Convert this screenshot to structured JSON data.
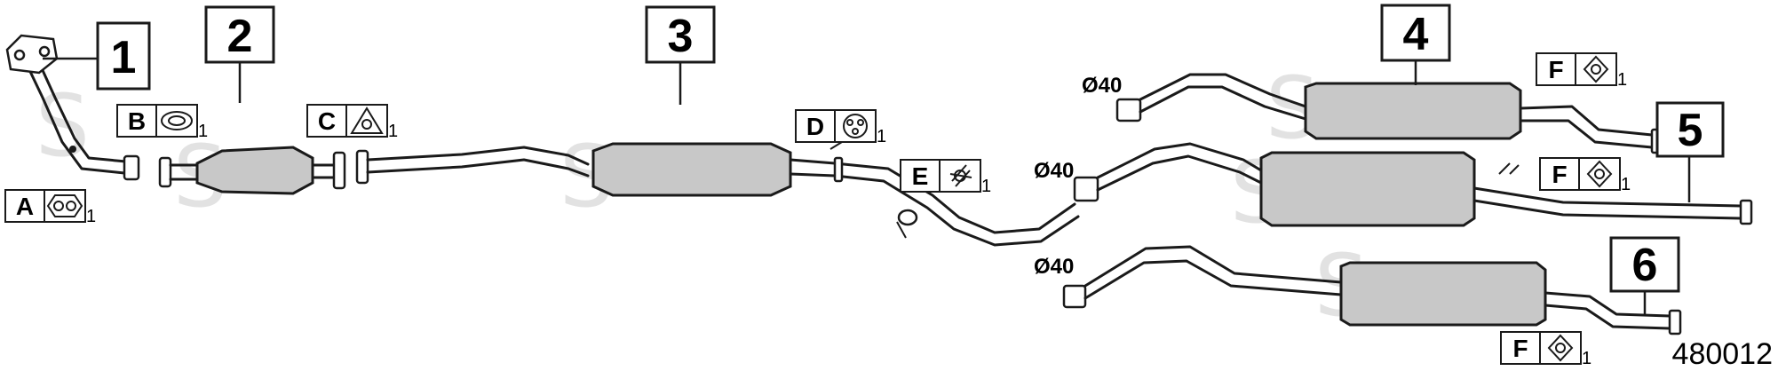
{
  "diagram": {
    "callouts": [
      "1",
      "2",
      "3",
      "4",
      "5",
      "6"
    ],
    "accessories": [
      {
        "letter": "A",
        "qty": "1",
        "icon": "gasket-two-hole-icon"
      },
      {
        "letter": "B",
        "qty": "1",
        "icon": "ring-gasket-icon"
      },
      {
        "letter": "C",
        "qty": "1",
        "icon": "triangle-gasket-icon"
      },
      {
        "letter": "D",
        "qty": "1",
        "icon": "rubber-hanger-icon"
      },
      {
        "letter": "E",
        "qty": "1",
        "icon": "clamp-icon"
      },
      {
        "letter": "F",
        "qty": "1",
        "icon": "hanger-mount-icon"
      },
      {
        "letter": "F",
        "qty": "1",
        "icon": "hanger-mount-icon"
      },
      {
        "letter": "F",
        "qty": "1",
        "icon": "hanger-mount-icon"
      }
    ],
    "diameter_labels": [
      "Ø40",
      "Ø40",
      "Ø40"
    ],
    "watermark": "S",
    "reference_number": "480012"
  }
}
